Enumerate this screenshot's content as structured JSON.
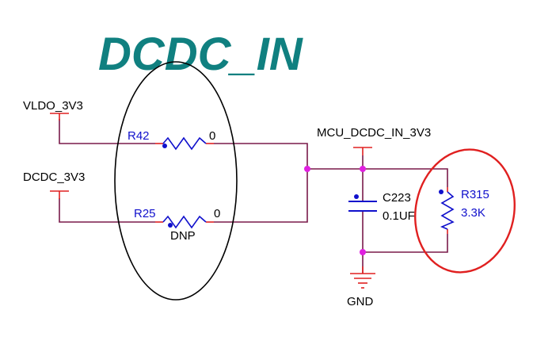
{
  "title": "DCDC_IN",
  "nets": {
    "vldo": "VLDO_3V3",
    "dcdc": "DCDC_3V3",
    "mcu": "MCU_DCDC_IN_3V3",
    "gnd": "GND"
  },
  "components": {
    "r42": {
      "ref": "R42",
      "value": "0"
    },
    "r25": {
      "ref": "R25",
      "value": "0",
      "note": "DNP"
    },
    "c223": {
      "ref": "C223",
      "value": "0.1UF"
    },
    "r315": {
      "ref": "R315",
      "value": "3.3K"
    }
  },
  "colors": {
    "title": "#108080",
    "wire": "#7a1a4a",
    "pin": "#e02020",
    "component": "#1010cc",
    "junction": "#e020e0",
    "highlight_black": "#000000",
    "highlight_red": "#e02020"
  }
}
